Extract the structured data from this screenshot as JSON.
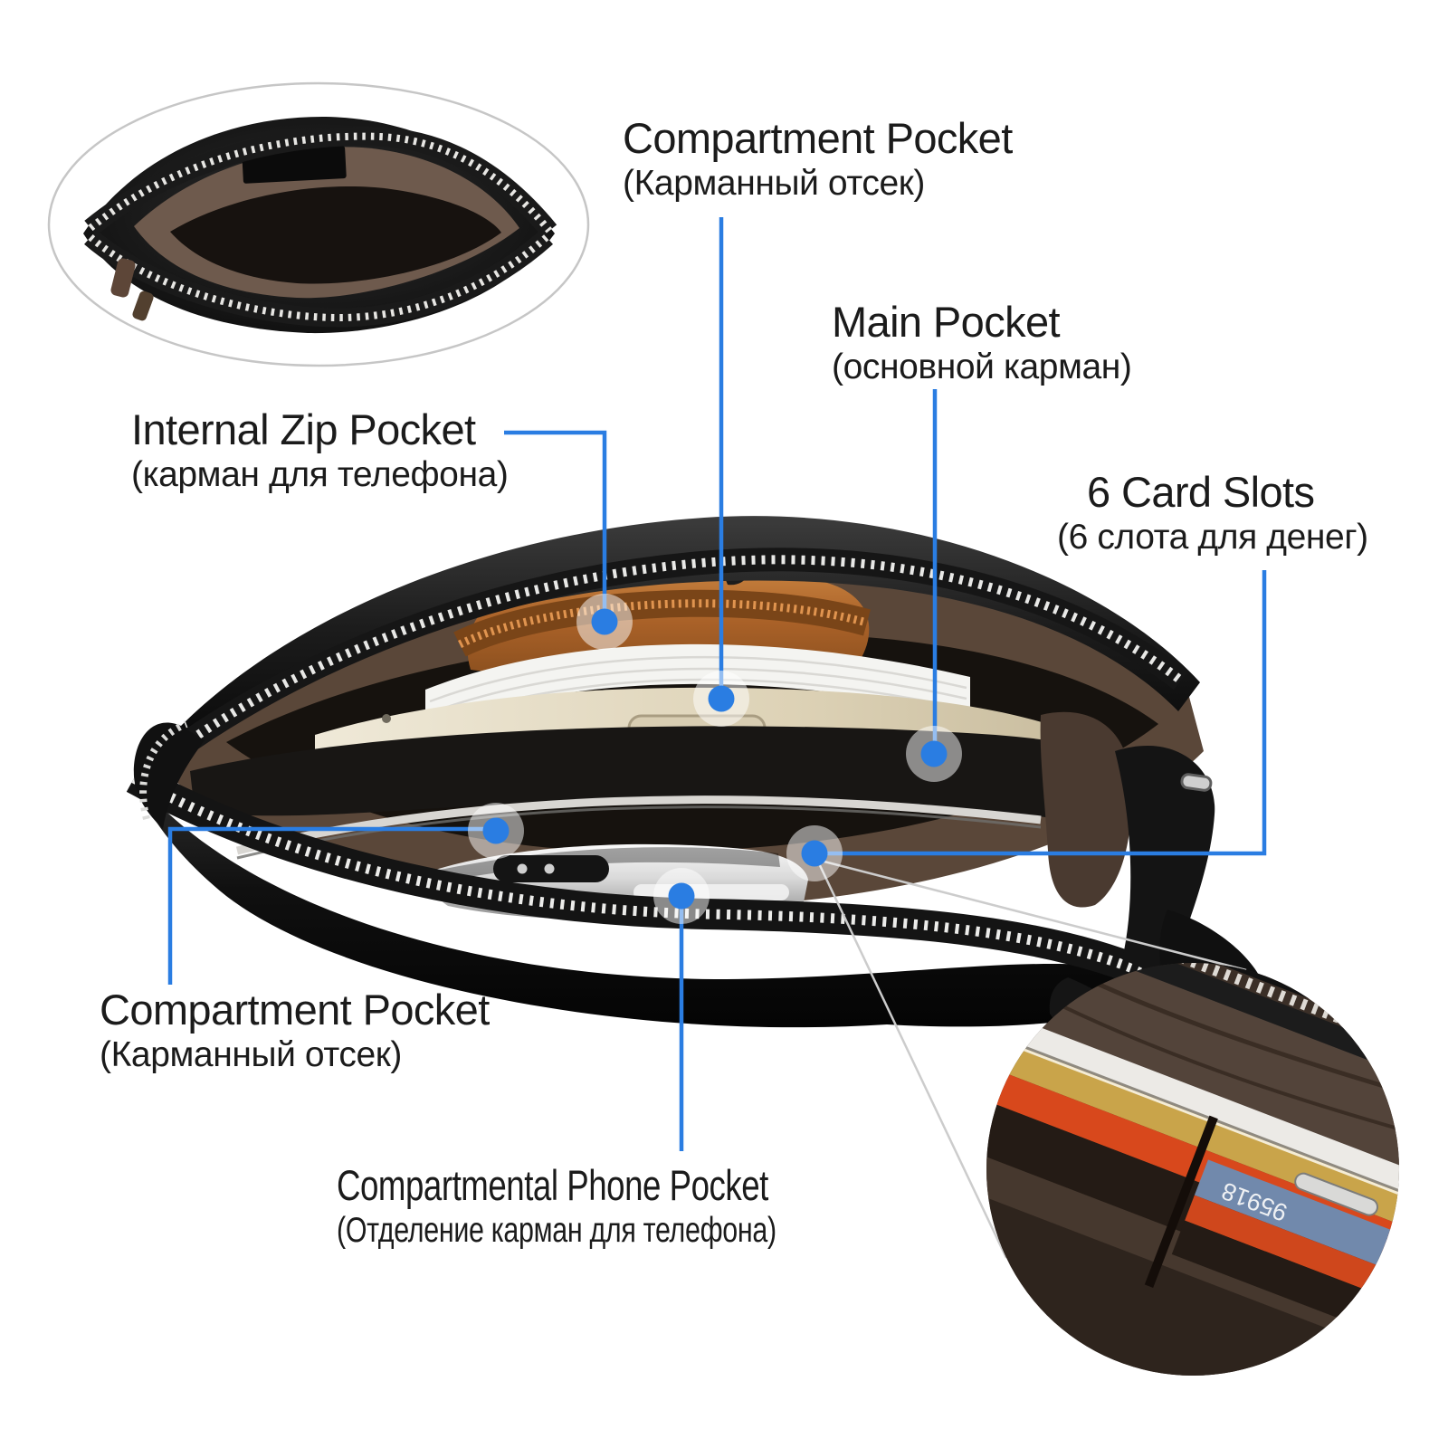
{
  "colors": {
    "background": "#ffffff",
    "accent": "#2a7de2",
    "text": "#1b1b1b",
    "inset_border": "#c6c6c6"
  },
  "callouts": {
    "compartment_top": {
      "title": "Compartment Pocket",
      "subtitle": "(Карманный отсек)"
    },
    "main_pocket": {
      "title": "Main Pocket",
      "subtitle": "(основной карман)"
    },
    "internal_zip": {
      "title": "Internal Zip Pocket",
      "subtitle": "(карман для телефона)"
    },
    "card_slots": {
      "title": "6 Card Slots",
      "subtitle": "(6 слота для денег)"
    },
    "compartment_bottom": {
      "title": "Compartment Pocket",
      "subtitle": "(Карманный отсек)"
    },
    "phone_pocket": {
      "title": "Compartmental Phone Pocket",
      "subtitle": "(Отделение карман для телефона)"
    }
  },
  "inset_card_digits": "95918"
}
